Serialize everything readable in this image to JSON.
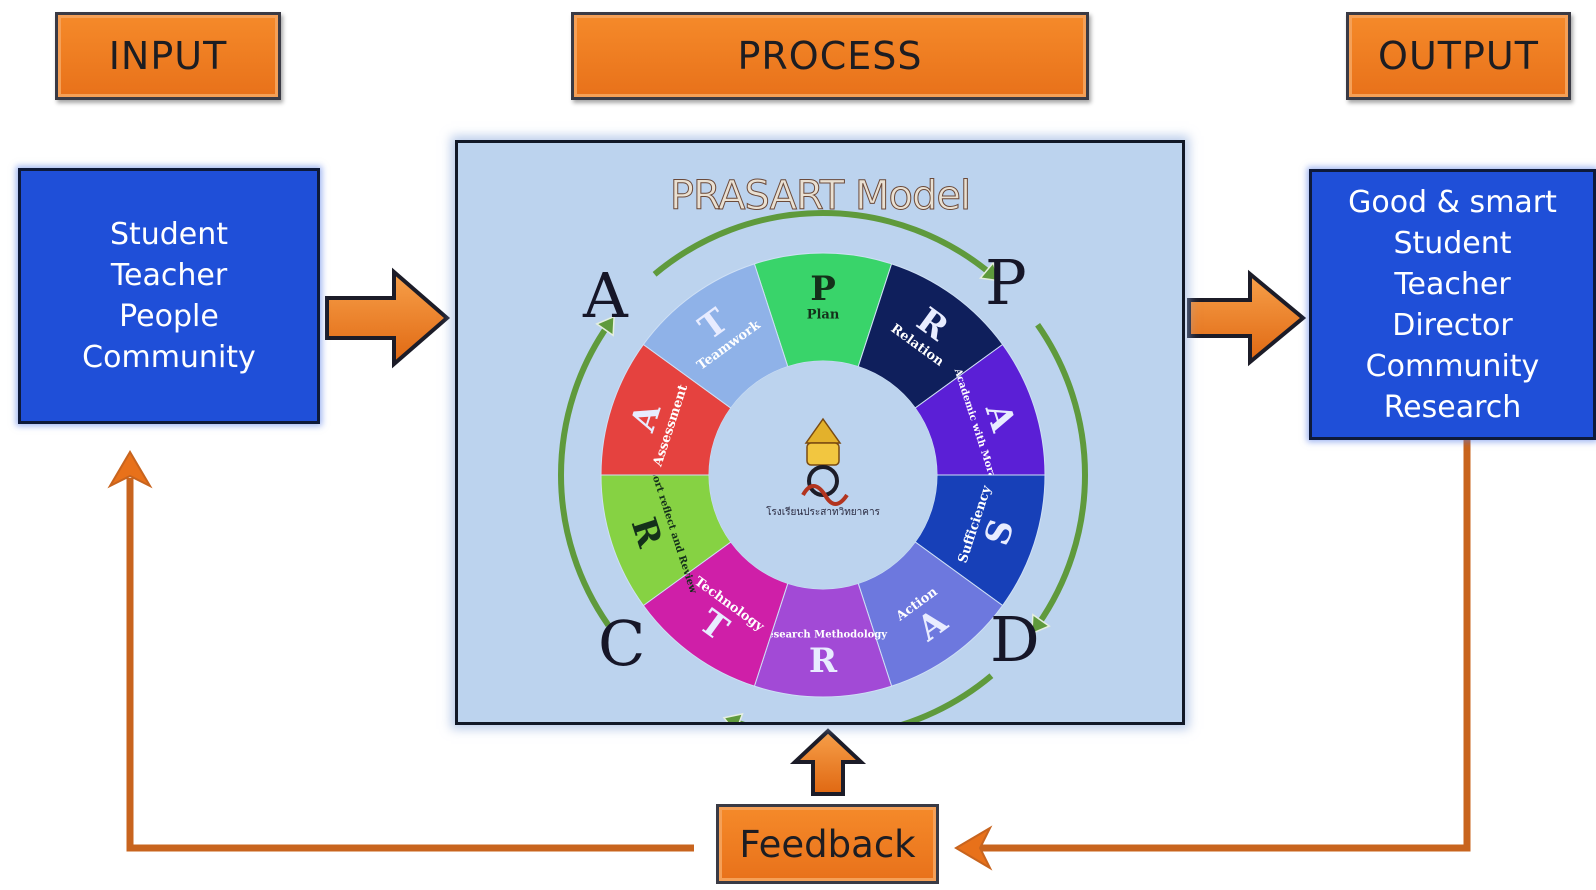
{
  "headers": {
    "input": "INPUT",
    "process": "PROCESS",
    "output": "OUTPUT"
  },
  "input_box": {
    "lines": [
      "Student",
      "Teacher",
      "People",
      "Community"
    ]
  },
  "output_box": {
    "lines": [
      "Good & smart",
      "Student",
      "Teacher",
      "Director",
      "Community",
      "Research"
    ]
  },
  "model": {
    "title": "PRASART Model",
    "outer_letters": {
      "top_right": "P",
      "bottom_right": "D",
      "bottom_left": "C",
      "top_left": "A"
    },
    "logo_caption": "โรงเรียนประสาทวิทยาคาร",
    "segments": [
      {
        "letter": "P",
        "label": "Plan",
        "color": "#39d46a"
      },
      {
        "letter": "R",
        "label": "Relation",
        "color": "#0f1f5c"
      },
      {
        "letter": "A",
        "label": "Academic with Moral",
        "color": "#5b1fd6"
      },
      {
        "letter": "S",
        "label": "Sufficiency",
        "color": "#1740b8"
      },
      {
        "letter": "A",
        "label": "Action",
        "color": "#6d78de"
      },
      {
        "letter": "R",
        "label": "Research Methodology",
        "color": "#a24ad6"
      },
      {
        "letter": "T",
        "label": "Technology",
        "color": "#cf1fa8"
      },
      {
        "letter": "R",
        "label": "Report reflect and Review",
        "color": "#86d243"
      },
      {
        "letter": "A",
        "label": "Assessment",
        "color": "#e5423f"
      },
      {
        "letter": "T",
        "label": "Teamwork",
        "color": "#8fb2e8"
      }
    ]
  },
  "feedback": {
    "label": "Feedback"
  },
  "colors": {
    "orange": "#e8711a",
    "blue_box": "#1f4fd8",
    "panel": "#bcd3ee",
    "cycle_arrow": "#5f9a3c",
    "feedback_line": "#c8641e"
  }
}
